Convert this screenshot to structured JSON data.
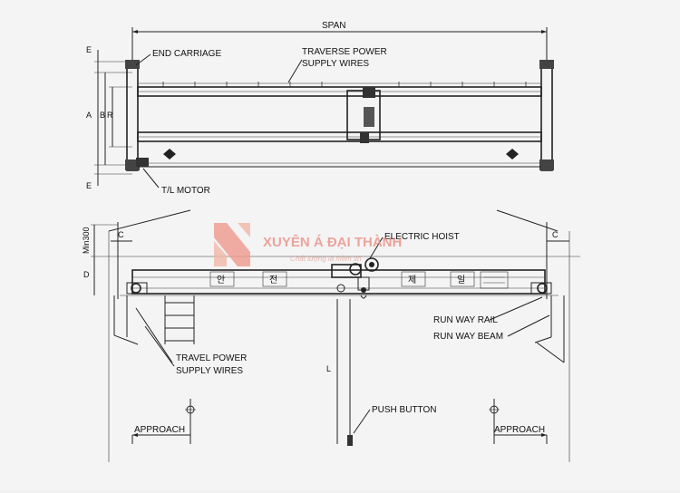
{
  "top_view": {
    "span_label": "SPAN",
    "end_carriage_label": "END CARRIAGE",
    "traverse_label_1": "TRAVERSE POWER",
    "traverse_label_2": "SUPPLY WIRES",
    "motor_label": "T/L MOTOR",
    "dim_a": "A",
    "dim_b": "B",
    "dim_r": "R",
    "dim_e_top": "E",
    "dim_e_bottom": "E"
  },
  "front_view": {
    "min_label": "Min300",
    "dim_c_left": "C",
    "dim_c_right": "C",
    "dim_d": "D",
    "dim_l": "L",
    "hoist_label": "ELECTRIC HOIST",
    "rail_label": "RUN WAY RAIL",
    "beam_label": "RUN WAY BEAM",
    "travel_label_1": "TRAVEL POWER",
    "travel_label_2": "SUPPLY WIRES",
    "push_label": "PUSH BUTTON",
    "approach_left": "APPROACH",
    "approach_right": "APPROACH",
    "korean": [
      "안",
      "전",
      "제",
      "일"
    ]
  },
  "watermark": {
    "brand": "XUYÊN Á ĐẠI THÀNH",
    "slogan": "Chất lượng là niềm tin"
  },
  "colors": {
    "line": "#222222",
    "watermark": "#e98f86"
  }
}
